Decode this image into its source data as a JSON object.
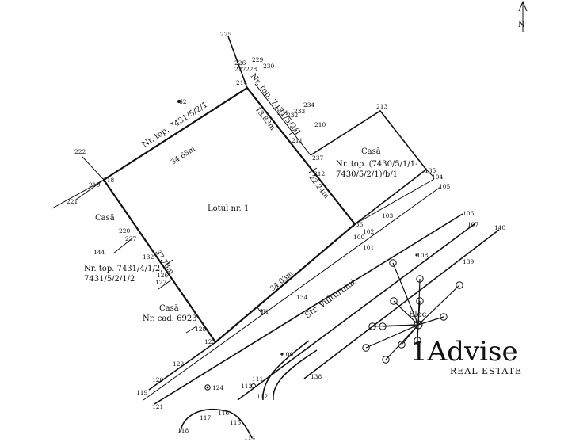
{
  "north_label": "N",
  "parcels": {
    "lot_main": "Lotul nr. 1",
    "top_neighbor": "Nr. top. 7431/5/2/1",
    "top_right_neighbor": "Nr. top. 7431/5/2/1",
    "right_house_title": "Casă",
    "right_house_ref": "Nr. top. (7430/5/1/1-",
    "right_house_ref2": "7430/5/2/1)/b/1",
    "left_house_title": "Casă",
    "left_ref_line1": "Nr. top. 7431/4/1/2,",
    "left_ref_line2": "7431/5/2/1/2",
    "lower_house_title": "Casă",
    "lower_house_ref": "Nr. cad. 6923"
  },
  "dimensions": {
    "top": "34.65m",
    "right_upper": "13.83m",
    "right_lower": "22.24m",
    "bottom": "34.03m",
    "left": "37.78m"
  },
  "street": "Str. Vulturului",
  "bloc_label": "Bloc",
  "points": {
    "p225": "225",
    "p229": "229",
    "p230": "230",
    "p226": "226",
    "p227": "227",
    "p228": "228",
    "p214": "214",
    "p234": "234",
    "p233": "233",
    "p232": "232",
    "p231": "231",
    "p213": "213",
    "p210": "210",
    "p211": "211",
    "p237": "237",
    "p212": "212",
    "p135": "135",
    "p104": "104",
    "p105": "105",
    "p136": "136",
    "p103": "103",
    "p102": "102",
    "p100": "100",
    "p101": "101",
    "p106": "106",
    "p107": "107",
    "p140": "140",
    "p139": "139",
    "p108": "108",
    "p134": "134",
    "p61": "61",
    "p62": "62",
    "p222": "222",
    "p218": "218",
    "p219": "219",
    "p221": "221",
    "p220": "220",
    "p237b": "237",
    "p144": "144",
    "p132": "132",
    "p126": "126",
    "p127": "127",
    "p128": "128",
    "p123": "123",
    "p122": "122",
    "p120": "120",
    "p119": "119",
    "p121": "121",
    "p124": "124",
    "p113": "113",
    "p111": "111",
    "p112": "112",
    "p109": "109",
    "p138": "138",
    "p117": "117",
    "p116": "116",
    "p118": "118",
    "p115": "115",
    "p114": "114"
  },
  "logo": {
    "main": "1Advise",
    "sub": "REAL ESTATE",
    "node_colors": [
      "#8e6bb8",
      "#b7cf3b",
      "#e69a5b",
      "#d44a4a",
      "#2fa8d8",
      "#e24b9a",
      "#5b5fb0",
      "#e8924c",
      "#e04a8f",
      "#3aaa6a",
      "#2fa8d8",
      "#e04a8f"
    ]
  }
}
